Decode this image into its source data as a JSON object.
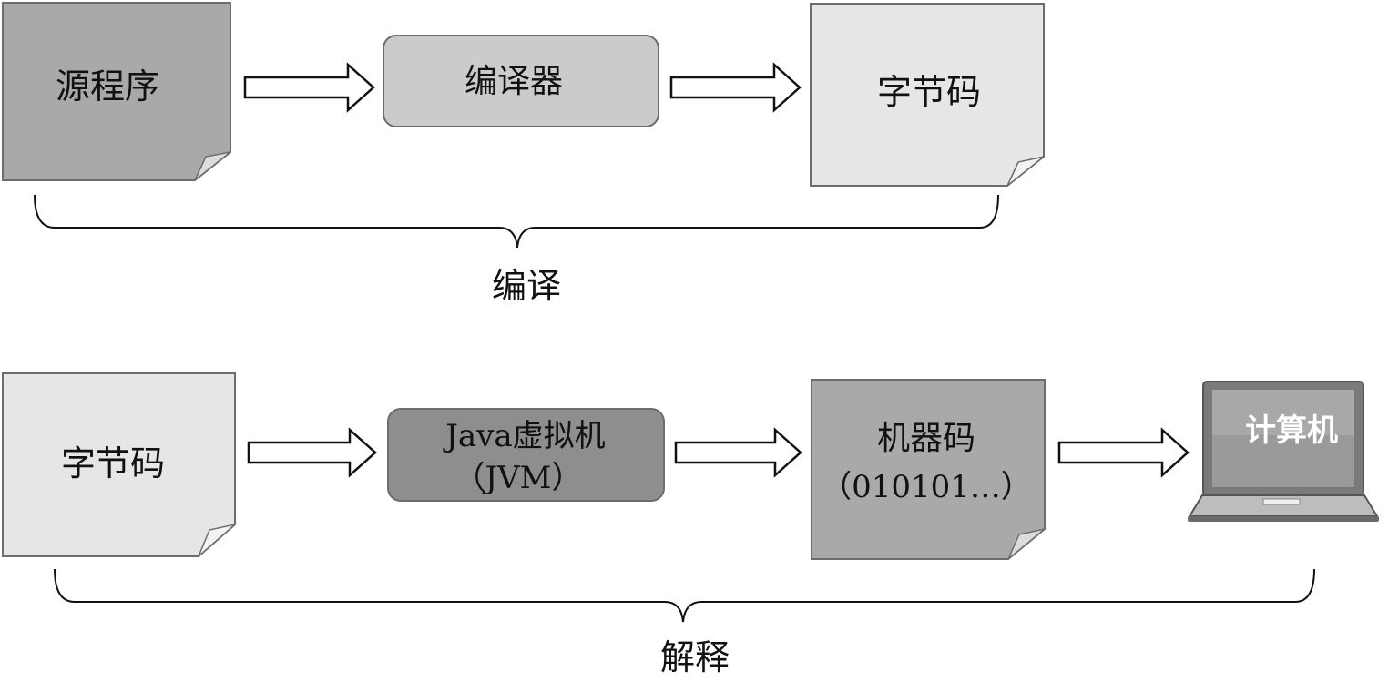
{
  "compile_row": {
    "source": "源程序",
    "compiler": "编译器",
    "bytecode": "字节码",
    "brace_label": "编译"
  },
  "interpret_row": {
    "bytecode": "字节码",
    "jvm_line1": "Java虚拟机",
    "jvm_line2": "（JVM）",
    "machine_line1": "机器码",
    "machine_line2": "（010101…）",
    "computer": "计算机",
    "brace_label": "解释"
  },
  "colors": {
    "dark_note": "#a9a9a9",
    "light_note": "#e6e6e6",
    "mid_box": "#cbcbcb",
    "dark_box": "#8e8e8e",
    "stroke": "#6d6d6d"
  }
}
